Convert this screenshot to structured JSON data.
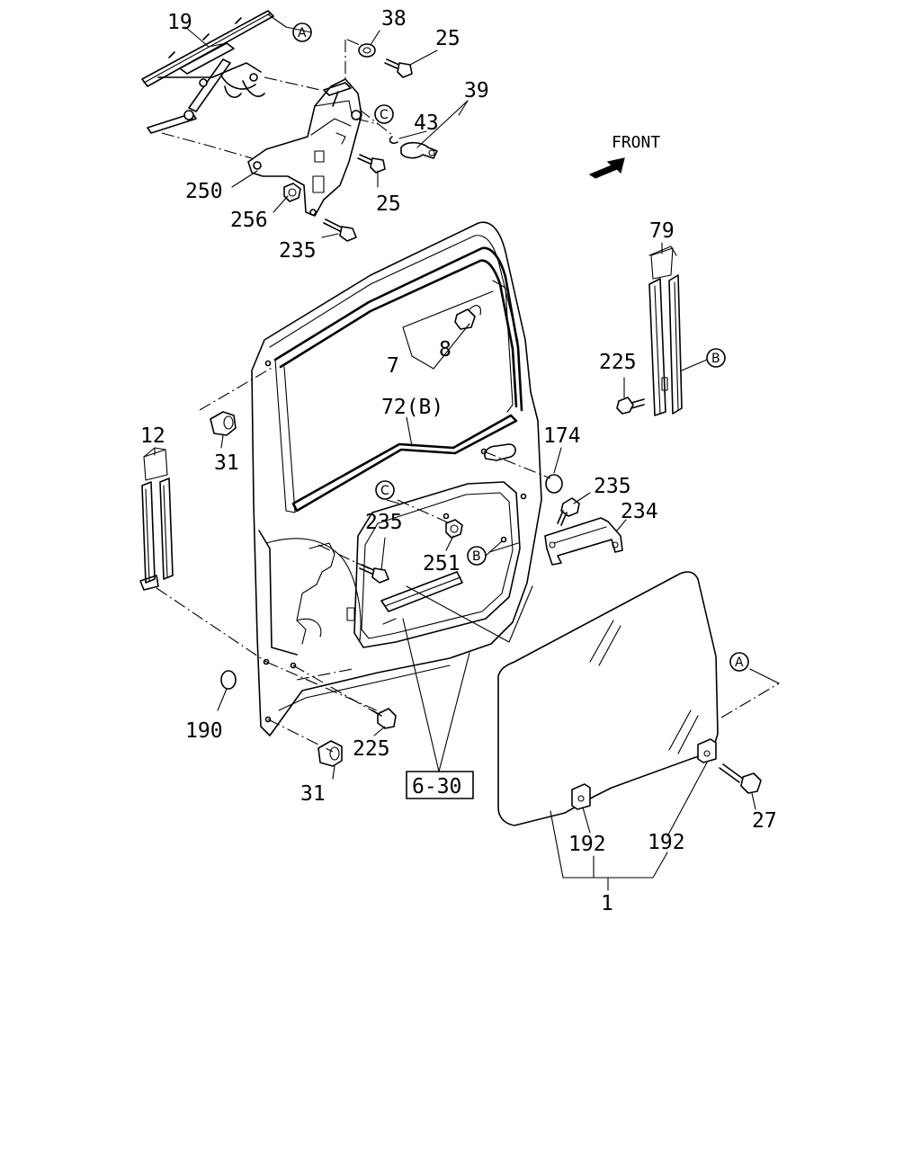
{
  "diagram": {
    "front_label": "FRONT",
    "callouts": {
      "A": "A",
      "B": "B",
      "C": "C"
    },
    "part_labels": {
      "p19": "19",
      "p38": "38",
      "p25a": "25",
      "p39": "39",
      "p43": "43",
      "p250": "250",
      "p256": "256",
      "p25b": "25",
      "p235a": "235",
      "p79": "79",
      "p7": "7",
      "p8": "8",
      "p225a": "225",
      "p72": "72(B)",
      "p174": "174",
      "p12": "12",
      "p31a": "31",
      "p235b": "235",
      "p234": "234",
      "p235c": "235",
      "p251": "251",
      "p190": "190",
      "p225b": "225",
      "p31b": "31",
      "p630": "6-30",
      "p27": "27",
      "p192a": "192",
      "p192b": "192",
      "p1": "1"
    }
  }
}
